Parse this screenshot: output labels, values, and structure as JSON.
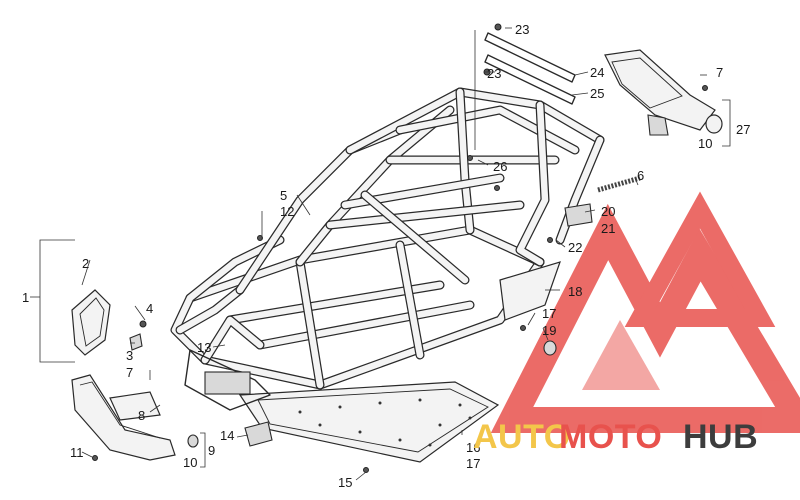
{
  "diagram": {
    "callouts": [
      "1",
      "2",
      "3",
      "4",
      "5",
      "6",
      "7",
      "7",
      "8",
      "9",
      "10",
      "10",
      "11",
      "12",
      "13",
      "14",
      "15",
      "16",
      "17",
      "17",
      "18",
      "19",
      "20",
      "21",
      "22",
      "23",
      "23",
      "24",
      "25",
      "26",
      "27"
    ]
  },
  "watermark": {
    "brand_part1": "AUTO",
    "brand_part2": "MOTO",
    "brand_part3": "HUB",
    "colors": {
      "logo": "#e8524d",
      "auto": "#f3c64a",
      "moto": "#e8524d",
      "hub": "#3d3d3d"
    }
  }
}
